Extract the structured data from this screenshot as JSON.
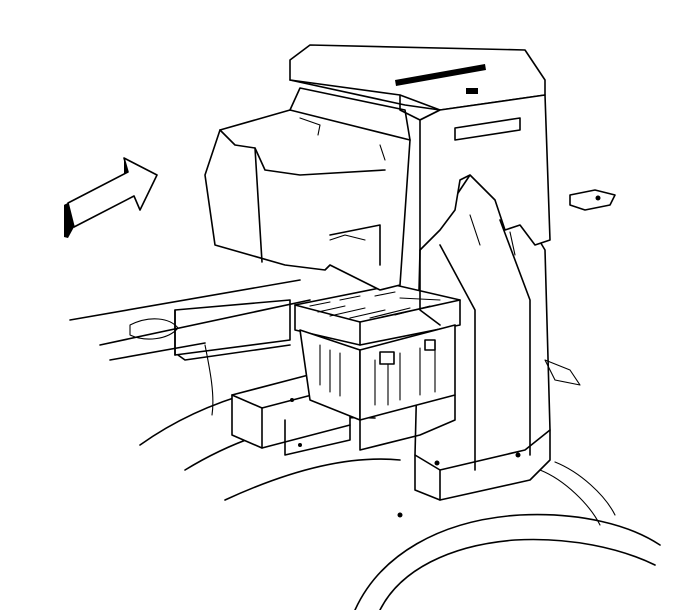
{
  "figure": {
    "colors": {
      "line": "#000000",
      "background": "#ffffff"
    },
    "parts": [
      {
        "id": "fuse-box-cover",
        "lettering": ""
      },
      {
        "id": "underhood-fuse-block"
      },
      {
        "id": "mounting-bracket"
      },
      {
        "id": "battery-tray"
      },
      {
        "id": "wheel-house"
      }
    ],
    "view_arrow": {
      "direction": "up-right",
      "icon": "arrow-icon"
    }
  }
}
